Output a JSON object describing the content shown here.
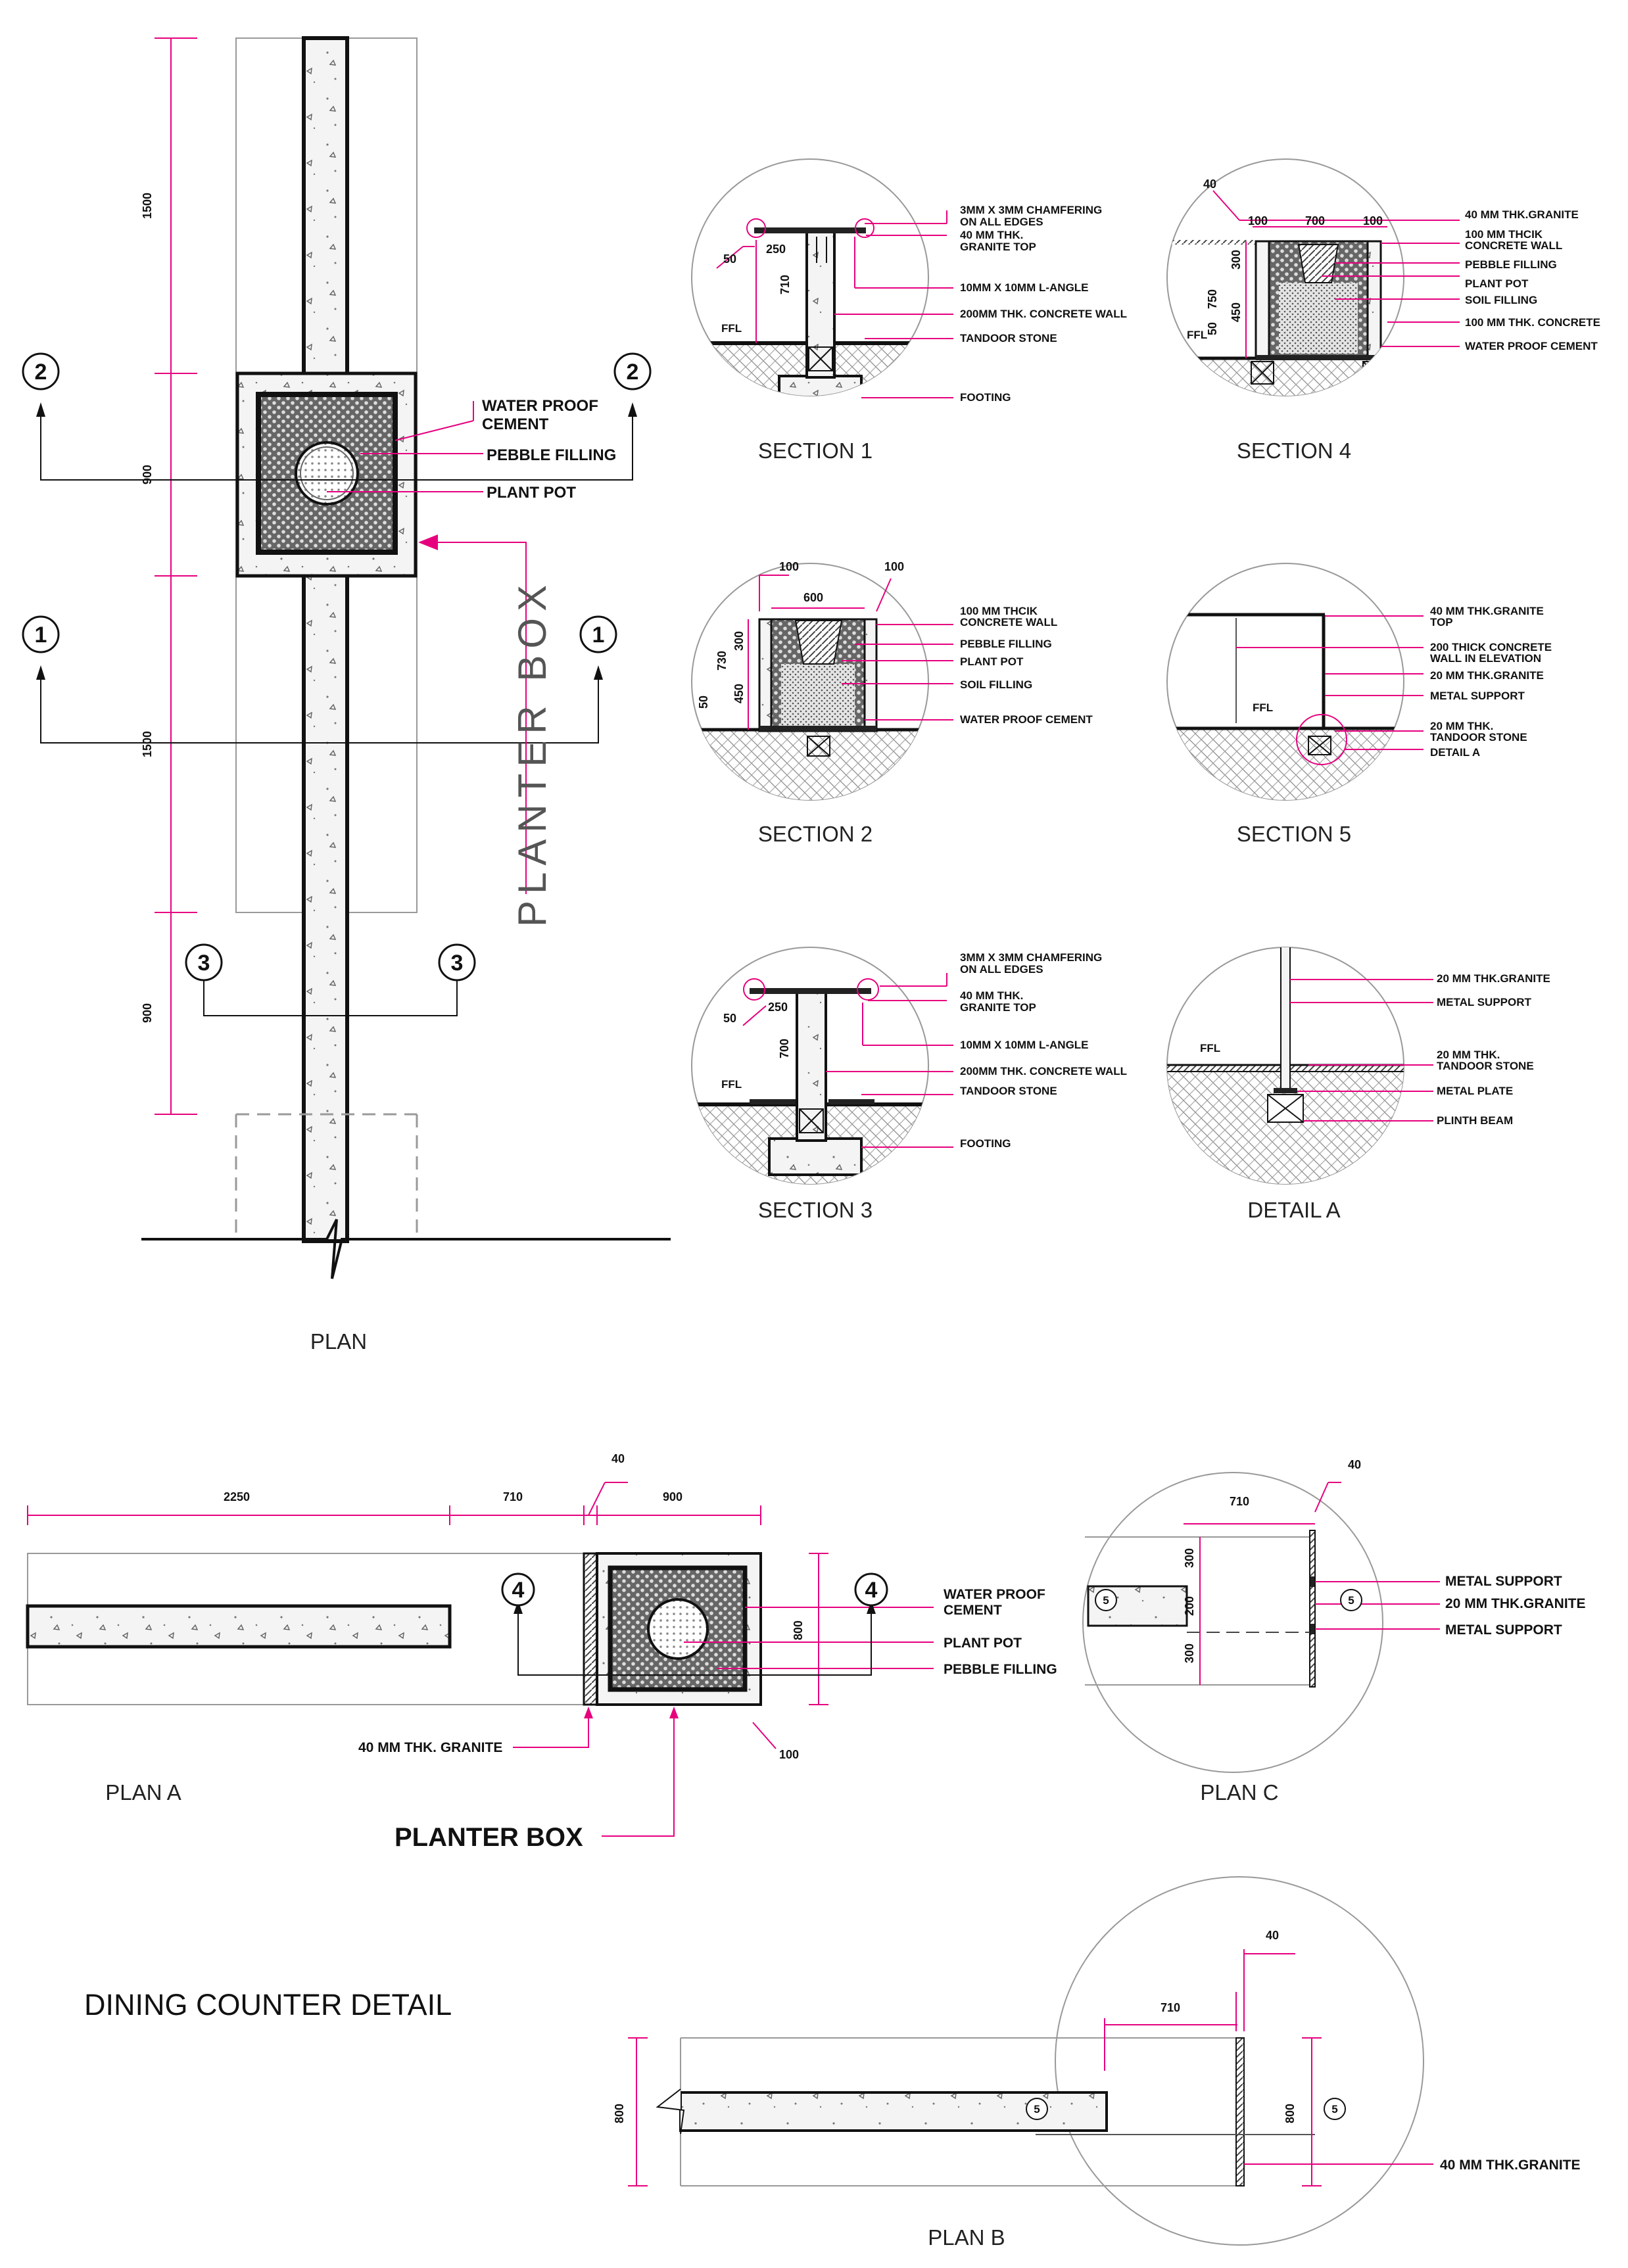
{
  "colors": {
    "ink": "#111111",
    "dimension": "#e6007e",
    "outline": "#999999"
  },
  "plan": {
    "caption": "PLAN",
    "vertical_label": "PLANTER BOX",
    "dims": [
      "1500",
      "900",
      "1500",
      "900"
    ],
    "markers": {
      "m1": "1",
      "m2": "2",
      "m3": "3"
    },
    "callouts": [
      "WATER PROOF CEMENT",
      "PEBBLE FILLING",
      "PLANT POT"
    ]
  },
  "sections": {
    "s1": {
      "caption": "SECTION 1",
      "labels": [
        "3MM X 3MM CHAMFERING ON ALL EDGES",
        "40 MM THK. GRANITE TOP",
        "10MM X 10MM L-ANGLE",
        "200MM THK. CONCRETE WALL",
        "TANDOOR STONE",
        "FOOTING"
      ],
      "dims": [
        "50",
        "250",
        "710"
      ],
      "ffl": "FFL"
    },
    "s2": {
      "caption": "SECTION 2",
      "labels": [
        "100 MM THCIK CONCRETE WALL",
        "PEBBLE FILLING",
        "PLANT POT",
        "SOIL FILLING",
        "WATER PROOF CEMENT"
      ],
      "dims": [
        "100",
        "100",
        "600",
        "300",
        "730",
        "450",
        "50"
      ]
    },
    "s3": {
      "caption": "SECTION 3",
      "labels": [
        "3MM X 3MM CHAMFERING ON ALL EDGES",
        "40 MM THK. GRANITE TOP",
        "10MM X 10MM L-ANGLE",
        "200MM THK. CONCRETE WALL",
        "TANDOOR STONE",
        "FOOTING"
      ],
      "dims": [
        "50",
        "250",
        "700"
      ],
      "ffl": "FFL"
    },
    "s4": {
      "caption": "SECTION 4",
      "labels": [
        "40 MM THK.GRANITE",
        "100 MM THCIK CONCRETE WALL",
        "PEBBLE FILLING",
        "PLANT POT",
        "SOIL FILLING",
        "100 MM THK. CONCRETE",
        "WATER PROOF CEMENT"
      ],
      "dims": [
        "40",
        "100",
        "700",
        "100",
        "300",
        "750",
        "450",
        "50"
      ],
      "ffl": "FFL"
    },
    "s5": {
      "caption": "SECTION 5",
      "labels": [
        "40 MM THK.GRANITE TOP",
        "200 THICK CONCRETE WALL IN ELEVATION",
        "20 MM THK.GRANITE",
        "METAL SUPPORT",
        "20 MM THK. TANDOOR STONE",
        "DETAIL A"
      ],
      "ffl": "FFL"
    },
    "detail_a": {
      "caption": "DETAIL A",
      "labels": [
        "20 MM THK.GRANITE",
        "METAL SUPPORT",
        "20 MM THK. TANDOOR STONE",
        "METAL PLATE",
        "PLINTH BEAM"
      ],
      "ffl": "FFL"
    }
  },
  "plan_a": {
    "caption": "PLAN A",
    "dims": [
      "2250",
      "710",
      "40",
      "900",
      "800",
      "100"
    ],
    "markers": {
      "m4": "4"
    },
    "callouts": [
      "WATER PROOF CEMENT",
      "PLANT POT",
      "PEBBLE FILLING",
      "40 MM THK. GRANITE"
    ],
    "planter_box": "PLANTER BOX"
  },
  "plan_c": {
    "caption": "PLAN C",
    "dims": [
      "40",
      "710",
      "300",
      "200",
      "300"
    ],
    "markers": {
      "m5": "5"
    },
    "callouts": [
      "METAL SUPPORT",
      "20 MM THK.GRANITE",
      "METAL SUPPORT"
    ]
  },
  "plan_b": {
    "caption": "PLAN B",
    "dims": [
      "40",
      "710",
      "800",
      "800"
    ],
    "markers": {
      "m5": "5"
    },
    "callouts": [
      "40 MM THK.GRANITE"
    ]
  },
  "title": "DINING COUNTER DETAIL"
}
